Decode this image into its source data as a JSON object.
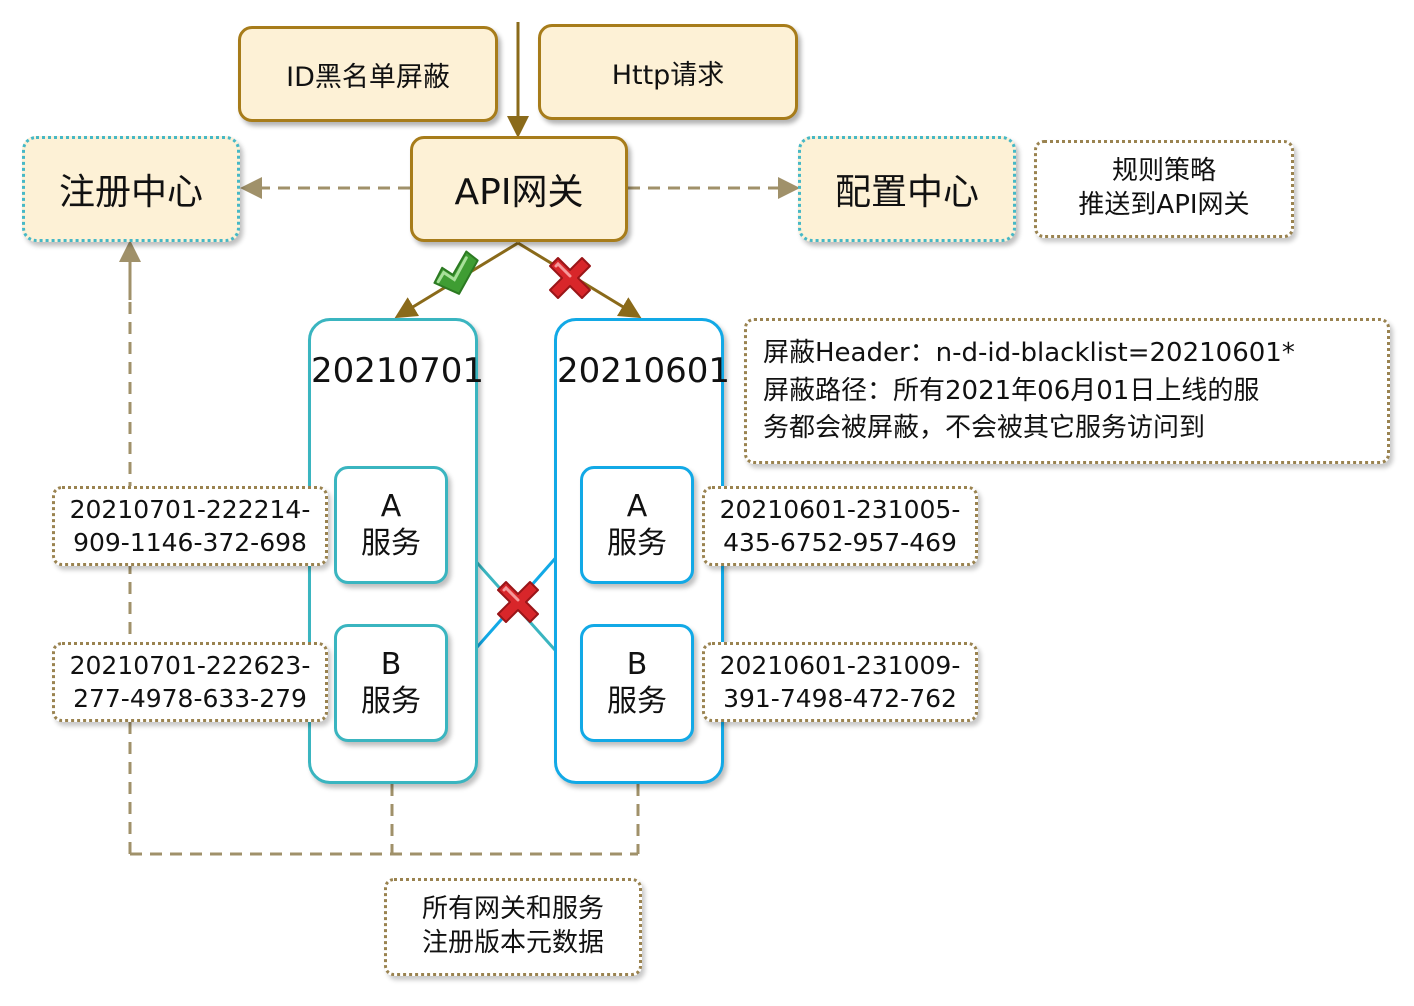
{
  "top_boxes": {
    "blacklist": "ID黑名单屏蔽",
    "http": "Http请求"
  },
  "gateway": "API网关",
  "registry": "注册中心",
  "config_center": "配置中心",
  "rule_note": {
    "line1": "规则策略",
    "line2": "推送到API网关"
  },
  "versions": {
    "left": "20210701",
    "right": "20210601"
  },
  "services": {
    "left_a": {
      "letter": "A",
      "label": "服务"
    },
    "left_b": {
      "letter": "B",
      "label": "服务"
    },
    "right_a": {
      "letter": "A",
      "label": "服务"
    },
    "right_b": {
      "letter": "B",
      "label": "服务"
    }
  },
  "service_ids": {
    "left_a": {
      "line1": "20210701-222214-",
      "line2": "909-1146-372-698"
    },
    "left_b": {
      "line1": "20210701-222623-",
      "line2": "277-4978-633-279"
    },
    "right_a": {
      "line1": "20210601-231005-",
      "line2": "435-6752-957-469"
    },
    "right_b": {
      "line1": "20210601-231009-",
      "line2": "391-7498-472-762"
    }
  },
  "shield_note": {
    "line1": "屏蔽Header：n-d-id-blacklist=20210601*",
    "line2": "屏蔽路径：所有2021年06月01日上线的服",
    "line3": "务都会被屏蔽，不会被其它服务访问到"
  },
  "metadata_note": {
    "line1": "所有网关和服务",
    "line2": "注册版本元数据"
  },
  "colors": {
    "gold_border": "#a77c1a",
    "gold_fill": "#fdf1d6",
    "teal": "#3ab5c0",
    "blue": "#12a9e6",
    "dashed_connector": "#a0916a",
    "check_green": "#3f9d33",
    "cross_red": "#d8262a"
  },
  "icons": [
    "check-icon",
    "cross-icon"
  ]
}
